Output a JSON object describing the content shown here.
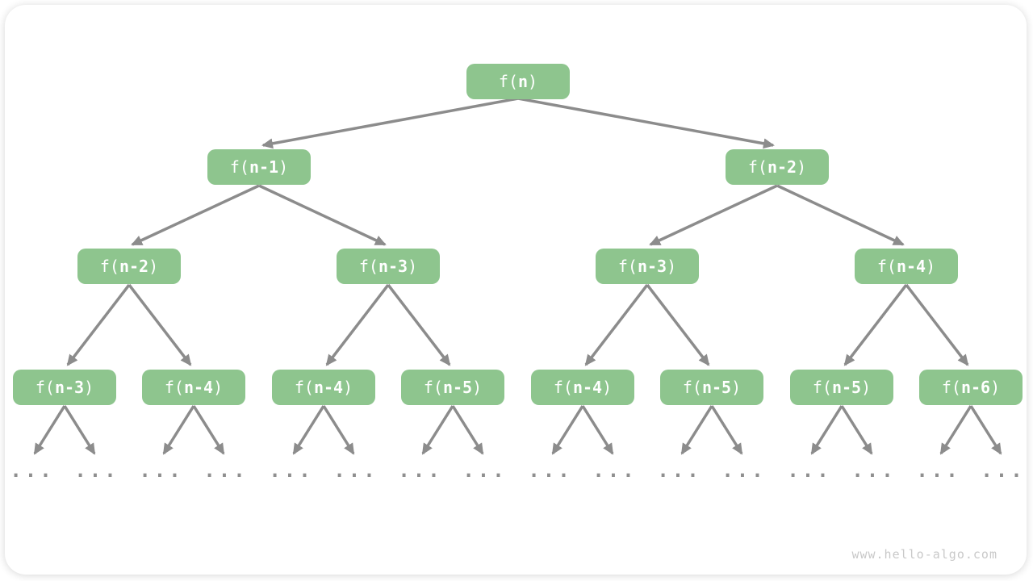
{
  "figure": {
    "ellipsis": "...",
    "watermark": "www.hello-algo.com",
    "colors": {
      "node_fill": "#8ec58e",
      "node_text": "#ffffff",
      "arrow": "#8c8c8c",
      "ellipsis_dots": "#8f8f8f",
      "watermark_text": "#c9c9c9",
      "card_background": "#ffffff"
    },
    "tree": {
      "levels": [
        {
          "nodes": [
            {
              "pre": "f(",
              "arg": "n",
              "post": ")"
            }
          ]
        },
        {
          "nodes": [
            {
              "pre": "f(",
              "arg": "n-1",
              "post": ")"
            },
            {
              "pre": "f(",
              "arg": "n-2",
              "post": ")"
            }
          ]
        },
        {
          "nodes": [
            {
              "pre": "f(",
              "arg": "n-2",
              "post": ")"
            },
            {
              "pre": "f(",
              "arg": "n-3",
              "post": ")"
            },
            {
              "pre": "f(",
              "arg": "n-3",
              "post": ")"
            },
            {
              "pre": "f(",
              "arg": "n-4",
              "post": ")"
            }
          ]
        },
        {
          "nodes": [
            {
              "pre": "f(",
              "arg": "n-3",
              "post": ")"
            },
            {
              "pre": "f(",
              "arg": "n-4",
              "post": ")"
            },
            {
              "pre": "f(",
              "arg": "n-4",
              "post": ")"
            },
            {
              "pre": "f(",
              "arg": "n-5",
              "post": ")"
            },
            {
              "pre": "f(",
              "arg": "n-4",
              "post": ")"
            },
            {
              "pre": "f(",
              "arg": "n-5",
              "post": ")"
            },
            {
              "pre": "f(",
              "arg": "n-5",
              "post": ")"
            },
            {
              "pre": "f(",
              "arg": "n-6",
              "post": ")"
            }
          ]
        }
      ]
    }
  }
}
